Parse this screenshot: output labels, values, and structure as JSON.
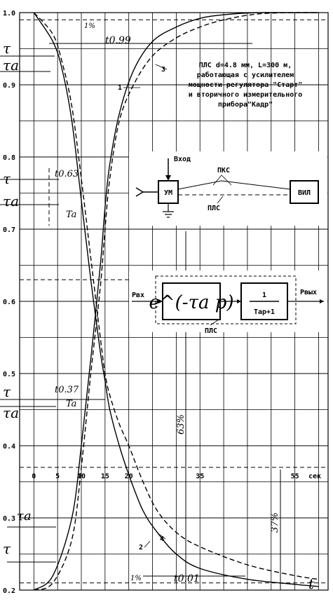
{
  "chart_data": {
    "type": "line",
    "y_ticks": [
      "0.2",
      "0.3",
      "0.4",
      "0.5",
      "0.6",
      "0.7",
      "0.8",
      "0.9",
      "1.0"
    ],
    "x_ticks": [
      "0",
      "5",
      "10",
      "15",
      "20",
      "35",
      "55"
    ],
    "x_unit": "сек",
    "x_axis_symbol": "t",
    "ylim": [
      0.2,
      1.0
    ],
    "xlim": [
      -3,
      62
    ],
    "grid": true,
    "series": [
      {
        "name": "1",
        "style": "solid",
        "trend": "rising",
        "x": [
          0,
          4,
          8,
          10,
          12,
          14,
          15,
          16,
          18,
          21,
          25,
          30,
          35,
          40,
          47,
          55,
          60
        ],
        "y": [
          0.2,
          0.22,
          0.3,
          0.4,
          0.52,
          0.65,
          0.73,
          0.79,
          0.86,
          0.92,
          0.96,
          0.98,
          0.992,
          0.997,
          1.0,
          1.0,
          1.0
        ]
      },
      {
        "name": "3",
        "style": "dashed",
        "trend": "rising",
        "x": [
          0,
          4,
          8,
          10,
          12,
          14,
          15,
          16,
          18,
          21,
          25,
          30,
          35,
          40,
          47,
          55,
          60
        ],
        "y": [
          0.2,
          0.21,
          0.27,
          0.37,
          0.5,
          0.62,
          0.7,
          0.77,
          0.85,
          0.9,
          0.94,
          0.965,
          0.98,
          0.99,
          0.998,
          1.0,
          1.0
        ]
      },
      {
        "name": "2",
        "style": "solid",
        "trend": "falling",
        "x": [
          0,
          4,
          6,
          8,
          10,
          12,
          14,
          15,
          16,
          18,
          20,
          23,
          26,
          30,
          35,
          45,
          55,
          60
        ],
        "y": [
          1.0,
          0.96,
          0.92,
          0.85,
          0.74,
          0.63,
          0.53,
          0.49,
          0.45,
          0.4,
          0.36,
          0.31,
          0.28,
          0.25,
          0.23,
          0.215,
          0.208,
          0.205
        ]
      },
      {
        "name": "4",
        "style": "dashed",
        "trend": "falling",
        "x": [
          0,
          4,
          6,
          8,
          10,
          12,
          14,
          15,
          16,
          18,
          20,
          23,
          26,
          30,
          35,
          45,
          55,
          60
        ],
        "y": [
          1.0,
          0.97,
          0.93,
          0.87,
          0.77,
          0.66,
          0.55,
          0.5,
          0.47,
          0.43,
          0.4,
          0.35,
          0.31,
          0.28,
          0.26,
          0.235,
          0.22,
          0.215
        ]
      }
    ],
    "series_labels": [
      "1",
      "3",
      "2",
      "4"
    ],
    "annotations": {
      "t099": "t0.99",
      "t063_upper": "t0.63",
      "t037": "t0.37",
      "t001": "t0.01",
      "tau": "τ",
      "tau_a": "τa",
      "T_a": "Ta",
      "pct1_top": "1%",
      "pct1_bottom": "1%",
      "pct63": "63%",
      "pct37": "37%"
    },
    "description_lines": [
      "ПЛС d=4.8 мм, L=300 м,",
      "работающая с усилителем",
      "мощности регулятора \"Старт\"",
      "и вторичного измерительного",
      "прибора\"Кадр\""
    ],
    "schematic": {
      "input_label": "Вход",
      "amp_label": "УМ",
      "instr_label": "ВИЛ",
      "pks_label": "ПКС",
      "pls_label": "ПЛС"
    },
    "transfer": {
      "input": "Pвх",
      "output": "Pвых",
      "delay": "e^(-τa p)",
      "numerator": "1",
      "denominator": "Tap+1",
      "label": "ПЛС"
    }
  }
}
